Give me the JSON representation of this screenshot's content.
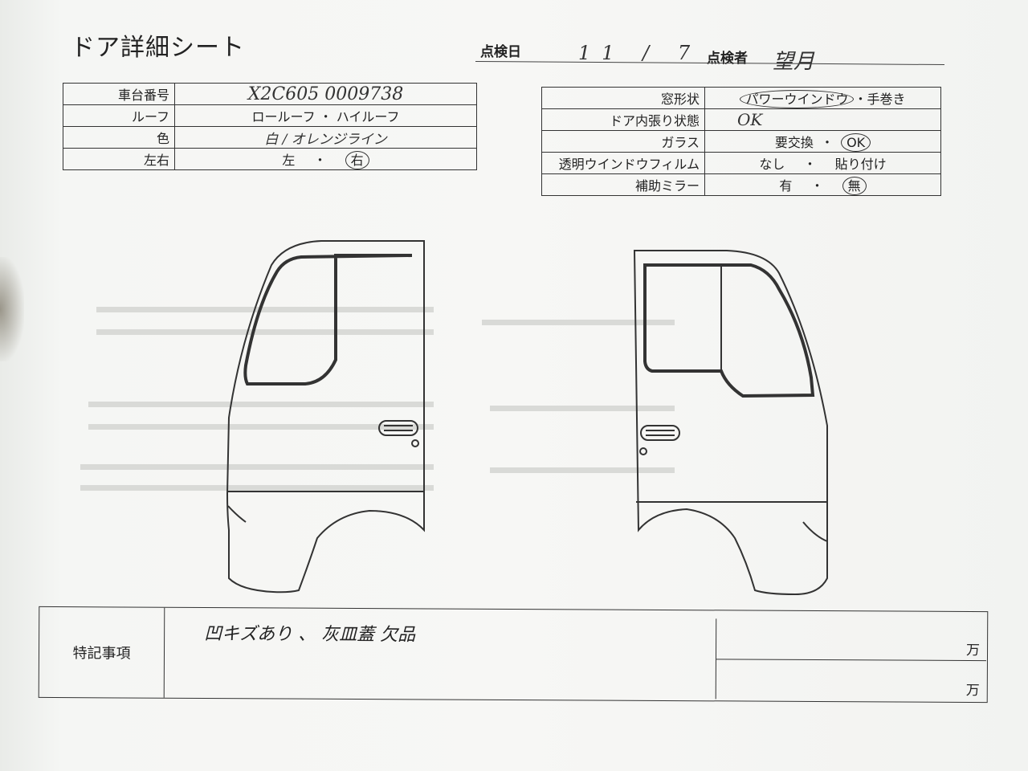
{
  "sheet": {
    "title": "ドア詳細シート",
    "inspection_date_label": "点検日",
    "inspection_date": "11 / 7",
    "inspector_label": "点検者",
    "inspector": "望月"
  },
  "vehicle_table": [
    {
      "label": "車台番号",
      "value": "X2C605  0009738",
      "handwritten": true
    },
    {
      "label": "ルーフ",
      "value": "ロールーフ ・ ハイルーフ"
    },
    {
      "label": "色",
      "value": "白 / オレンジライン",
      "handwritten": true
    },
    {
      "label": "左右",
      "value_a": "左",
      "sep": "・",
      "value_b": "右",
      "circled": "右"
    }
  ],
  "door_table": [
    {
      "label": "窓形状",
      "value_a": "パワーウインドウ",
      "sep": "・",
      "value_b": "手巻き",
      "circled": "パワーウインドウ"
    },
    {
      "label": "ドア内張り状態",
      "value": "OK",
      "handwritten": true
    },
    {
      "label": "ガラス",
      "value_a": "要交換",
      "sep": "・",
      "value_b": "OK",
      "circled": "OK"
    },
    {
      "label": "透明ウインドウフィルム",
      "value_a": "なし",
      "sep": "・",
      "value_b": "貼り付け"
    },
    {
      "label": "補助ミラー",
      "value_a": "有",
      "sep": "・",
      "value_b": "無",
      "circled": "無"
    }
  ],
  "notes": {
    "label": "特記事項",
    "text": "凹キズあり 、 灰皿蓋 欠品"
  },
  "price": {
    "unit_1": "万",
    "unit_2": "万"
  }
}
